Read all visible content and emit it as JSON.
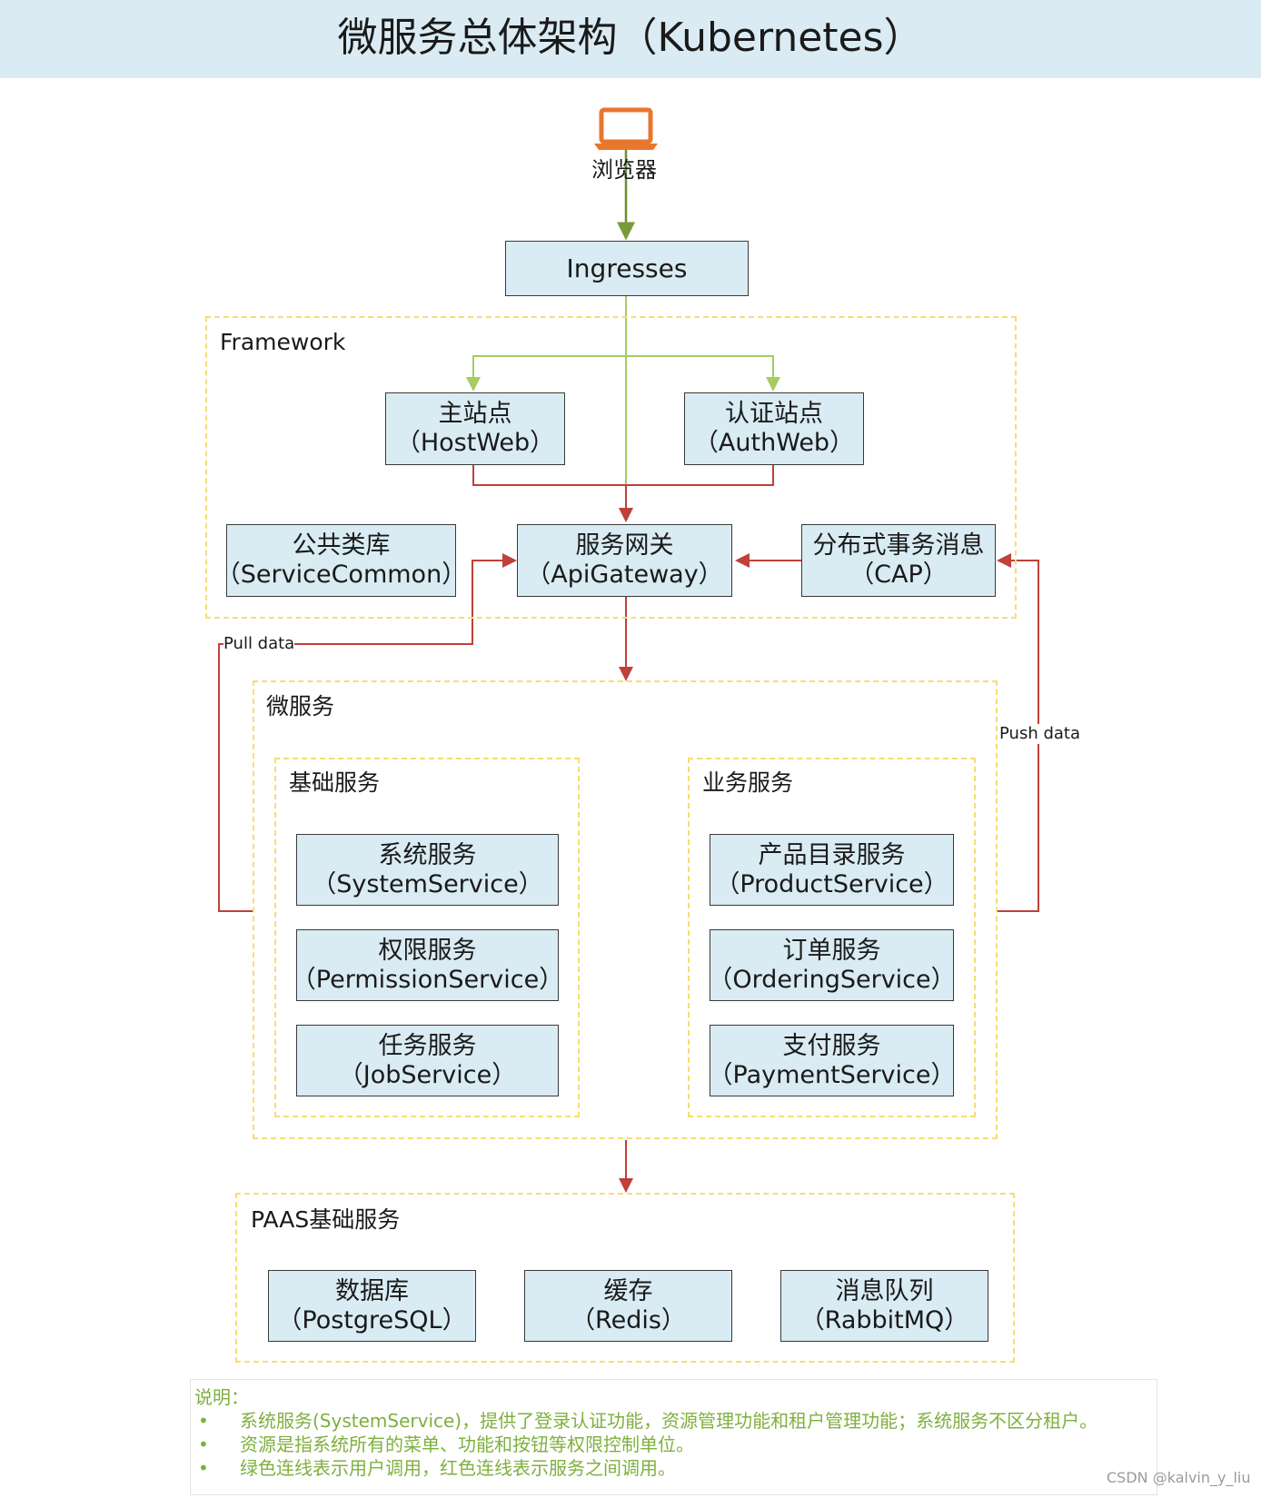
{
  "title": "微服务总体架构（Kubernetes）",
  "browser": {
    "label": "浏览器",
    "icon": "laptop-icon"
  },
  "ingress": {
    "label": "Ingresses"
  },
  "framework": {
    "label": "Framework",
    "host_web": {
      "name": "主站点",
      "sub": "（HostWeb）"
    },
    "auth_web": {
      "name": "认证站点",
      "sub": "（AuthWeb）"
    },
    "service_common": {
      "name": "公共类库",
      "sub": "（ServiceCommon）"
    },
    "api_gateway": {
      "name": "服务网关",
      "sub": "（ApiGateway）"
    },
    "cap": {
      "name": "分布式事务消息",
      "sub": "（CAP）"
    }
  },
  "pull_label": "Pull data",
  "push_label": "Push data",
  "microservices": {
    "label": "微服务",
    "basic": {
      "label": "基础服务",
      "items": [
        {
          "name": "系统服务",
          "sub": "（SystemService）"
        },
        {
          "name": "权限服务",
          "sub": "（PermissionService）"
        },
        {
          "name": "任务服务",
          "sub": "（JobService）"
        }
      ]
    },
    "business": {
      "label": "业务服务",
      "items": [
        {
          "name": "产品目录服务",
          "sub": "（ProductService）"
        },
        {
          "name": "订单服务",
          "sub": "（OrderingService）"
        },
        {
          "name": "支付服务",
          "sub": "（PaymentService）"
        }
      ]
    }
  },
  "paas": {
    "label": "PAAS基础服务",
    "items": [
      {
        "name": "数据库",
        "sub": "（PostgreSQL）"
      },
      {
        "name": "缓存",
        "sub": "（Redis）"
      },
      {
        "name": "消息队列",
        "sub": "（RabbitMQ）"
      }
    ]
  },
  "notes": {
    "heading": "说明：",
    "bullet": "•",
    "items": [
      "系统服务(SystemService)，提供了登录认证功能，资源管理功能和租户管理功能；系统服务不区分租户。",
      "资源是指系统所有的菜单、功能和按钮等权限控制单位。",
      "绿色连线表示用户调用，红色连线表示服务之间调用。"
    ]
  },
  "colors": {
    "user_call": "#8fb84f",
    "service_call": "#c0403a",
    "frame": "#f7dc73",
    "box_fill": "#d9ebf3",
    "laptop": "#e8772e"
  },
  "watermark": "CSDN @kalvin_y_liu"
}
